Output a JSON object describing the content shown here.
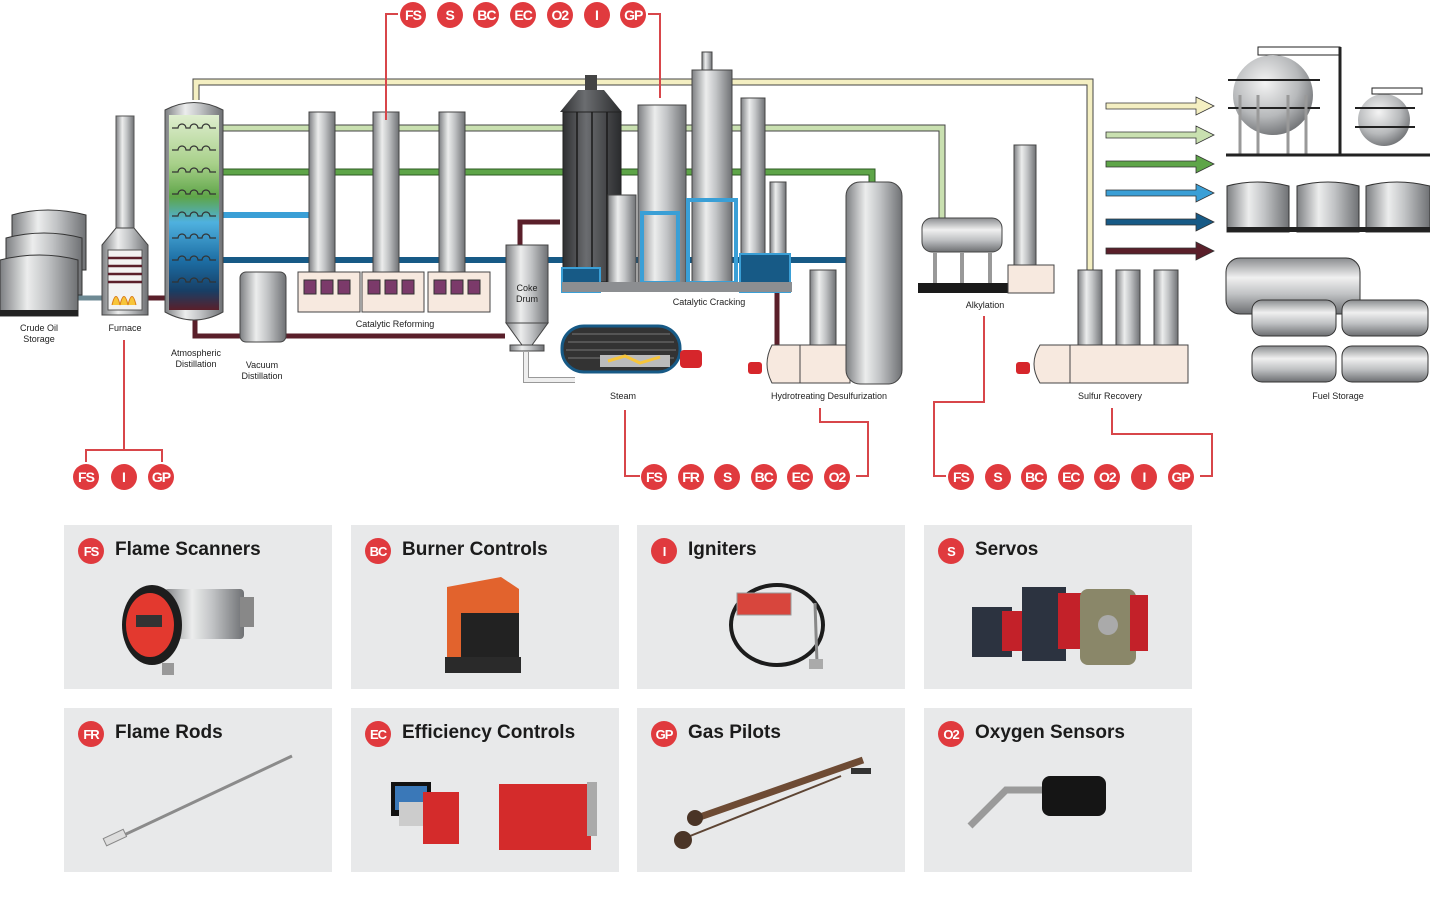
{
  "diagram": {
    "units": [
      {
        "id": "crude",
        "label_lines": [
          "Crude Oil",
          "Storage"
        ]
      },
      {
        "id": "furnace",
        "label_lines": [
          "Furnace"
        ]
      },
      {
        "id": "atmos",
        "label_lines": [
          "Atmospheric",
          "Distillation"
        ]
      },
      {
        "id": "vacuum",
        "label_lines": [
          "Vacuum",
          "Distillation"
        ]
      },
      {
        "id": "reform",
        "label_lines": [
          "Catalytic Reforming"
        ]
      },
      {
        "id": "coke",
        "label_lines": [
          "Coke",
          "Drum"
        ]
      },
      {
        "id": "cracking",
        "label_lines": [
          "Catalytic Cracking"
        ]
      },
      {
        "id": "steam",
        "label_lines": [
          "Steam"
        ]
      },
      {
        "id": "hydro",
        "label_lines": [
          "Hydrotreating Desulfurization"
        ]
      },
      {
        "id": "alky",
        "label_lines": [
          "Alkylation"
        ]
      },
      {
        "id": "sulfur",
        "label_lines": [
          "Sulfur Recovery"
        ]
      },
      {
        "id": "fuel",
        "label_lines": [
          "Fuel Storage"
        ]
      }
    ],
    "badge_groups": [
      {
        "id": "top",
        "target": "Catalytic Reforming / Catalytic Cracking",
        "badges": [
          "FS",
          "S",
          "BC",
          "EC",
          "O2",
          "I",
          "GP"
        ]
      },
      {
        "id": "furnace",
        "target": "Furnace",
        "badges": [
          "FS",
          "I",
          "GP"
        ]
      },
      {
        "id": "steam-hydro",
        "target": "Steam / Hydrotreating Desulfurization",
        "badges": [
          "FS",
          "FR",
          "S",
          "BC",
          "EC",
          "O2"
        ]
      },
      {
        "id": "alky-sulfur",
        "target": "Alkylation / Sulfur Recovery",
        "badges": [
          "FS",
          "S",
          "BC",
          "EC",
          "O2",
          "I",
          "GP"
        ]
      }
    ],
    "product_arrows": [
      {
        "color": "#f4efc2"
      },
      {
        "color": "#c9e0b0"
      },
      {
        "color": "#5ea548"
      },
      {
        "color": "#3a9fd6"
      },
      {
        "color": "#175a86"
      },
      {
        "color": "#5a1f2a"
      }
    ],
    "colors": {
      "accent_red": "#e03a3e",
      "pipe_cream": "#f4efc2",
      "pipe_lightgreen": "#c9e0b0",
      "pipe_green": "#5ea548",
      "pipe_blue": "#3a9fd6",
      "pipe_darkblue": "#175a86",
      "pipe_maroon": "#5a1f2a",
      "panel_bg": "#e8e9ea"
    }
  },
  "products": [
    {
      "code": "FS",
      "title": "Flame Scanners",
      "icon": "flame-scanner-image"
    },
    {
      "code": "BC",
      "title": "Burner Controls",
      "icon": "burner-control-image"
    },
    {
      "code": "I",
      "title": "Igniters",
      "icon": "igniter-image"
    },
    {
      "code": "S",
      "title": "Servos",
      "icon": "servo-image"
    },
    {
      "code": "FR",
      "title": "Flame Rods",
      "icon": "flame-rod-image"
    },
    {
      "code": "EC",
      "title": "Efficiency Controls",
      "icon": "efficiency-control-image"
    },
    {
      "code": "GP",
      "title": "Gas Pilots",
      "icon": "gas-pilot-image"
    },
    {
      "code": "O2",
      "title": "Oxygen Sensors",
      "icon": "oxygen-sensor-image"
    }
  ]
}
